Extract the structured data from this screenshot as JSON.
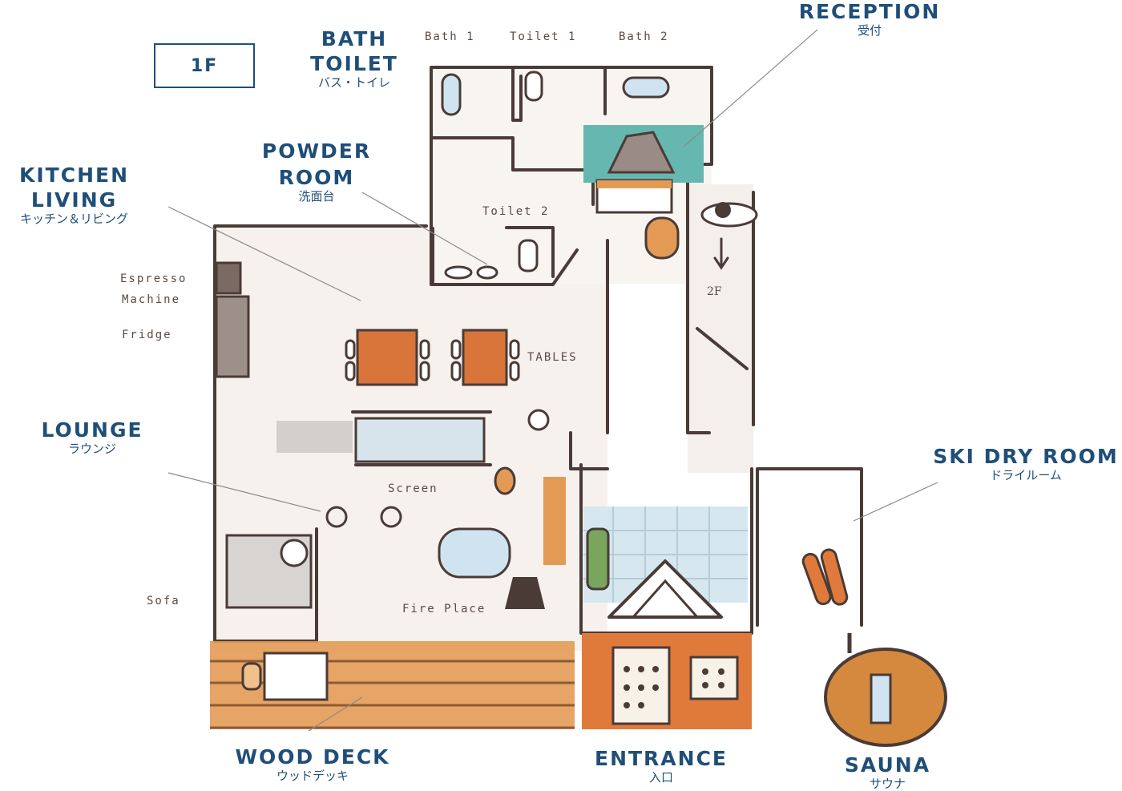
{
  "floor": "1F",
  "labels": {
    "bath_toilet": {
      "en1": "BATH",
      "en2": "TOILET",
      "jp": "バス・トイレ"
    },
    "reception": {
      "en": "RECEPTION",
      "jp": "受付"
    },
    "powder_room": {
      "en1": "POWDER",
      "en2": "ROOM",
      "jp": "洗面台"
    },
    "kitchen_living": {
      "en1": "KITCHEN",
      "en2": "LIVING",
      "jp": "キッチン＆リビング"
    },
    "lounge": {
      "en": "LOUNGE",
      "jp": "ラウンジ"
    },
    "ski_dry_room": {
      "en": "SKI DRY ROOM",
      "jp": "ドライルーム"
    },
    "wood_deck": {
      "en": "WOOD DECK",
      "jp": "ウッドデッキ"
    },
    "entrance": {
      "en": "ENTRANCE",
      "jp": "入口"
    },
    "sauna": {
      "en": "SAUNA",
      "jp": "サウナ"
    }
  },
  "notes": {
    "bath1": "Bath 1",
    "toilet1": "Toilet 1",
    "bath2": "Bath 2",
    "toilet2": "Toilet 2",
    "espresso1": "Espresso",
    "espresso2": "Machine",
    "fridge": "Fridge",
    "tables": "TABLES",
    "screen": "Screen",
    "sofa": "Sofa",
    "fireplace": "Fire Place",
    "stairs": "2F"
  },
  "colors": {
    "label": "#1f4e79",
    "wall": "#4a3b36",
    "wood": "#e39a55",
    "orange": "#e07a3a",
    "teal": "#66b7b0",
    "tile": "#d7e7ef"
  }
}
